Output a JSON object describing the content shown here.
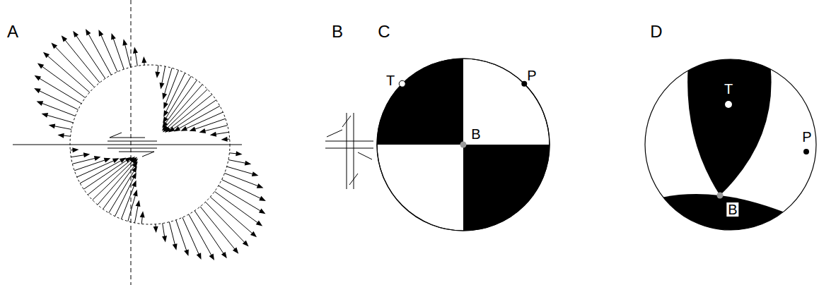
{
  "diagram": {
    "labels": [
      "A",
      "B",
      "C",
      "T",
      "P",
      "B",
      "D",
      "T",
      "P",
      "B"
    ]
  }
}
